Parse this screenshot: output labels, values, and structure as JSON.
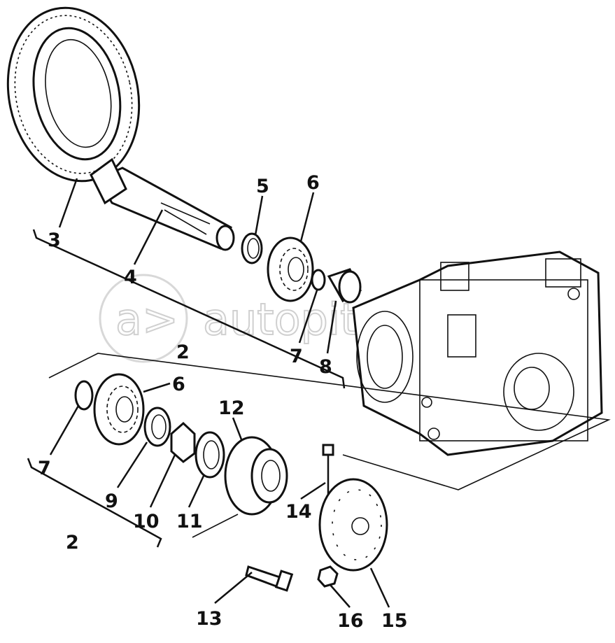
{
  "diagram": {
    "watermark": "autopiter.ru",
    "callouts": [
      {
        "id": "3",
        "label": "3"
      },
      {
        "id": "4",
        "label": "4"
      },
      {
        "id": "5",
        "label": "5"
      },
      {
        "id": "6a",
        "label": "6"
      },
      {
        "id": "7a",
        "label": "7"
      },
      {
        "id": "8",
        "label": "8"
      },
      {
        "id": "2a",
        "label": "2"
      },
      {
        "id": "6b",
        "label": "6"
      },
      {
        "id": "12",
        "label": "12"
      },
      {
        "id": "7b",
        "label": "7"
      },
      {
        "id": "9",
        "label": "9"
      },
      {
        "id": "10",
        "label": "10"
      },
      {
        "id": "11",
        "label": "11"
      },
      {
        "id": "14",
        "label": "14"
      },
      {
        "id": "2b",
        "label": "2"
      },
      {
        "id": "13",
        "label": "13"
      },
      {
        "id": "16",
        "label": "16"
      },
      {
        "id": "15",
        "label": "15"
      }
    ]
  }
}
